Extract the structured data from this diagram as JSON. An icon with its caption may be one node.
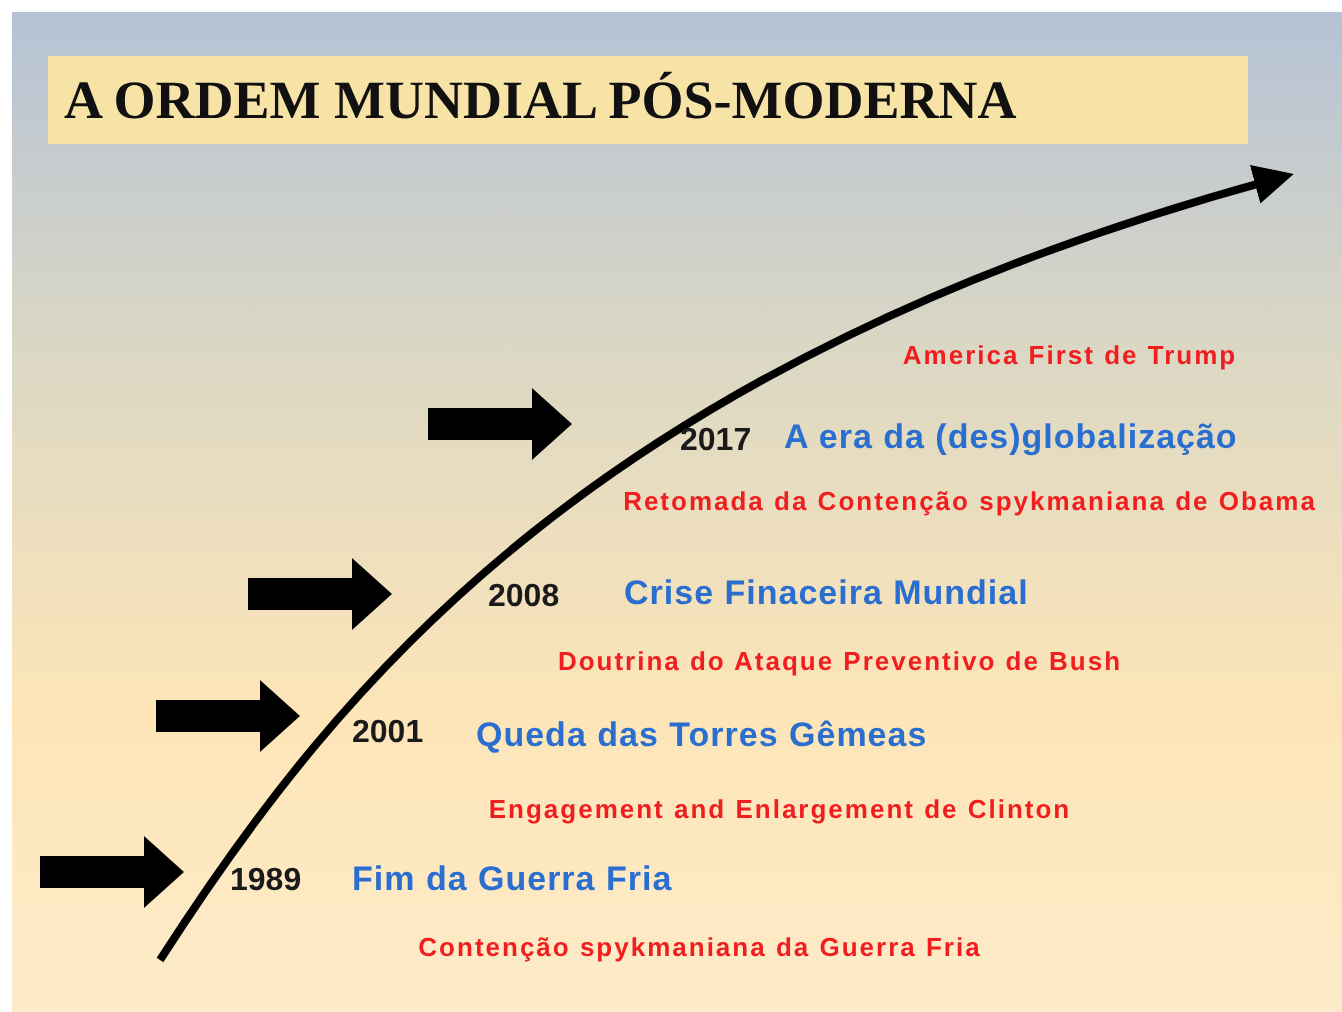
{
  "diagram": {
    "title": "A ORDEM MUNDIAL PÓS-MODERNA",
    "labels": [
      "America First de Trump",
      "2017",
      "A era da (des)globalização",
      "Retomada da Contenção spykmaniana de Obama",
      "2008",
      "Crise Finaceira Mundial",
      "Doutrina do Ataque Preventivo de Bush",
      "2001",
      "Queda das Torres Gêmeas",
      "Engagement and Enlargement de Clinton",
      "1989",
      "Fim da Guerra Fria",
      "Contenção spykmaniana da Guerra Fria"
    ]
  }
}
